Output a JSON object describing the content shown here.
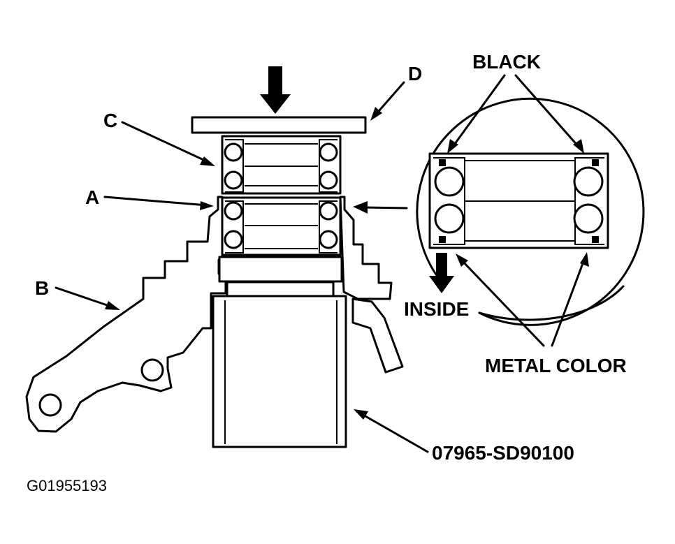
{
  "labels": {
    "a": "A",
    "b": "B",
    "c": "C",
    "d": "D",
    "black": "BLACK",
    "inside": "INSIDE",
    "metal_color": "METAL COLOR",
    "tool_number": "07965-SD90100",
    "figure_id": "G01955193"
  },
  "icons": {
    "press_direction": "down-arrow-icon",
    "inside_direction": "down-arrow-icon"
  },
  "colors": {
    "ink": "#000000",
    "paper": "#ffffff"
  }
}
